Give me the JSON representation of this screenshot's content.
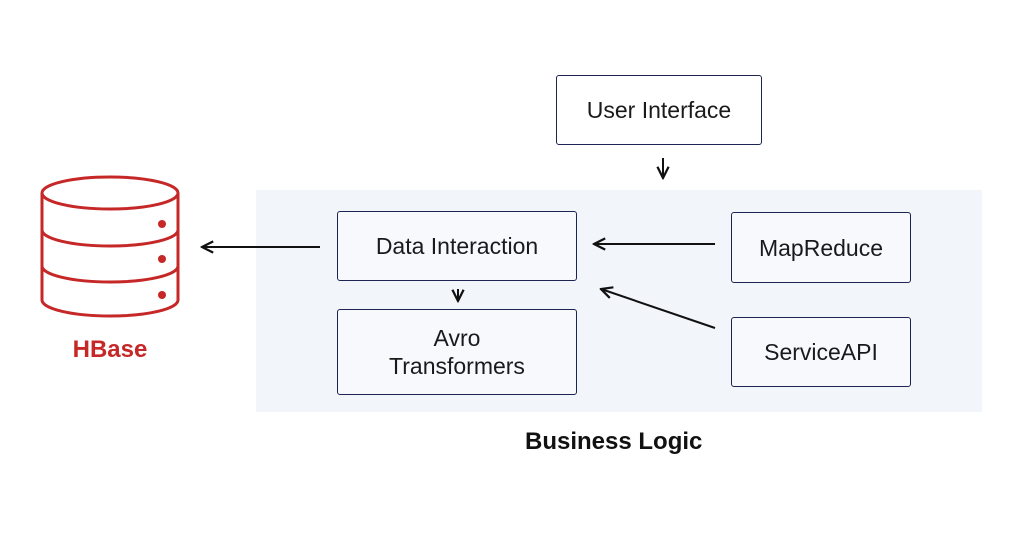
{
  "diagram": {
    "hbase": {
      "label": "HBase",
      "color": "#c62828"
    },
    "boxes": {
      "user_interface": "User Interface",
      "data_interaction": "Data Interaction",
      "avro_line1": "Avro",
      "avro_line2": "Transformers",
      "mapreduce": "MapReduce",
      "service_api": "ServiceAPI"
    },
    "region_label": "Business Logic",
    "colors": {
      "box_border": "#1e2452",
      "region_fill": "#f2f5fa",
      "arrow": "#111111"
    }
  }
}
